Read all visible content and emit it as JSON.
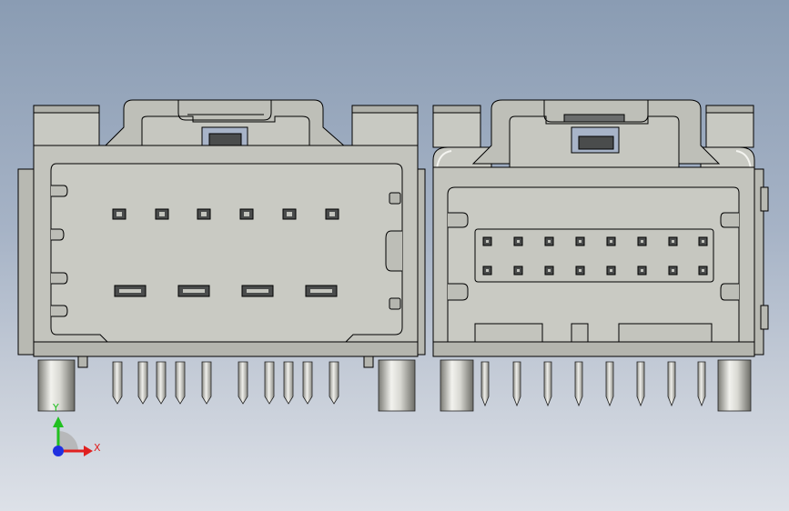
{
  "viewport": {
    "background_top": "#8a9cb3",
    "background_bottom": "#dde1e8"
  },
  "model": {
    "body_color": "#c3c4bd",
    "body_shadow": "#a9aaa3",
    "edge_color": "#000000",
    "slot_color": "#4a4c4c",
    "latch_color": "#a8b4c8",
    "pin_color": "#d4d4d0",
    "left_connector": {
      "upper_pins": 6,
      "lower_slots": 4,
      "leads": 10
    },
    "right_connector": {
      "pin_rows": 2,
      "pins_per_row": 8,
      "leads": 8
    }
  },
  "triad": {
    "x_label": "X",
    "y_label": "Y",
    "x_color": "#e02020",
    "y_color": "#20c020",
    "z_color": "#2030e0"
  }
}
